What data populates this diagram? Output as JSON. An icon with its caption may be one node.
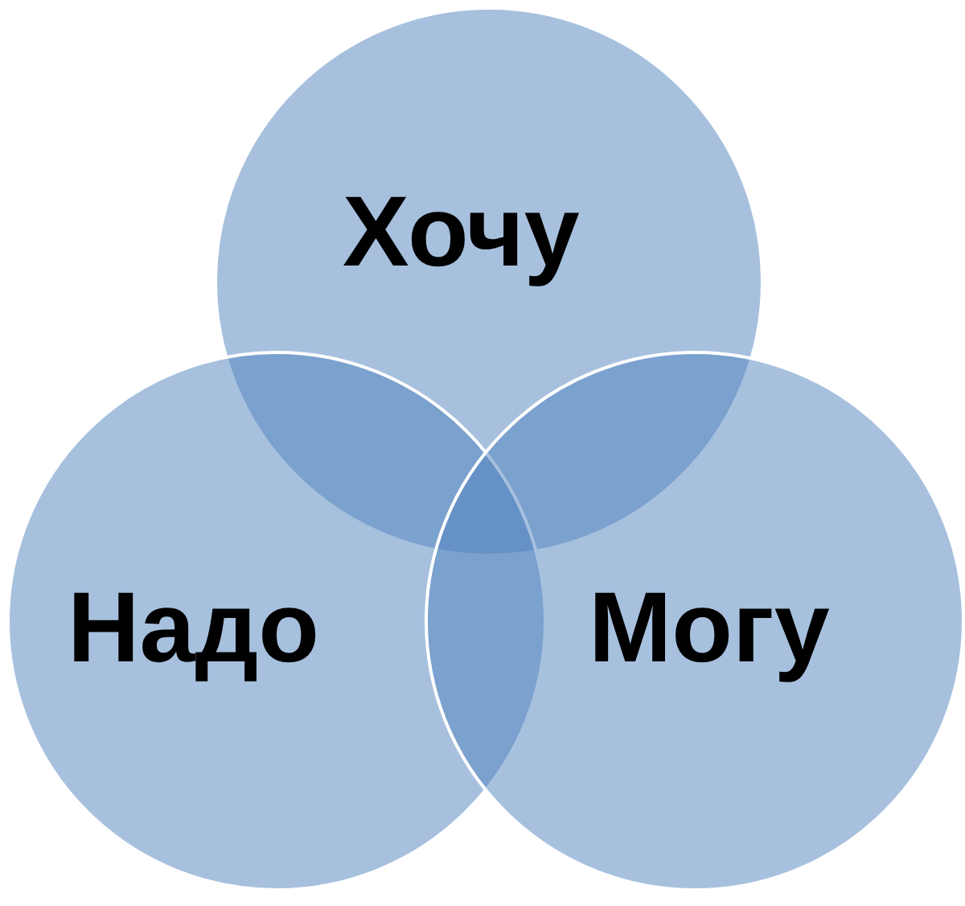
{
  "diagram": {
    "nodes": [
      {
        "text": [
          "Хочу"
        ]
      },
      {
        "text": [
          "Надо"
        ]
      },
      {
        "text": [
          "Могу"
        ]
      }
    ],
    "edges": []
  }
}
